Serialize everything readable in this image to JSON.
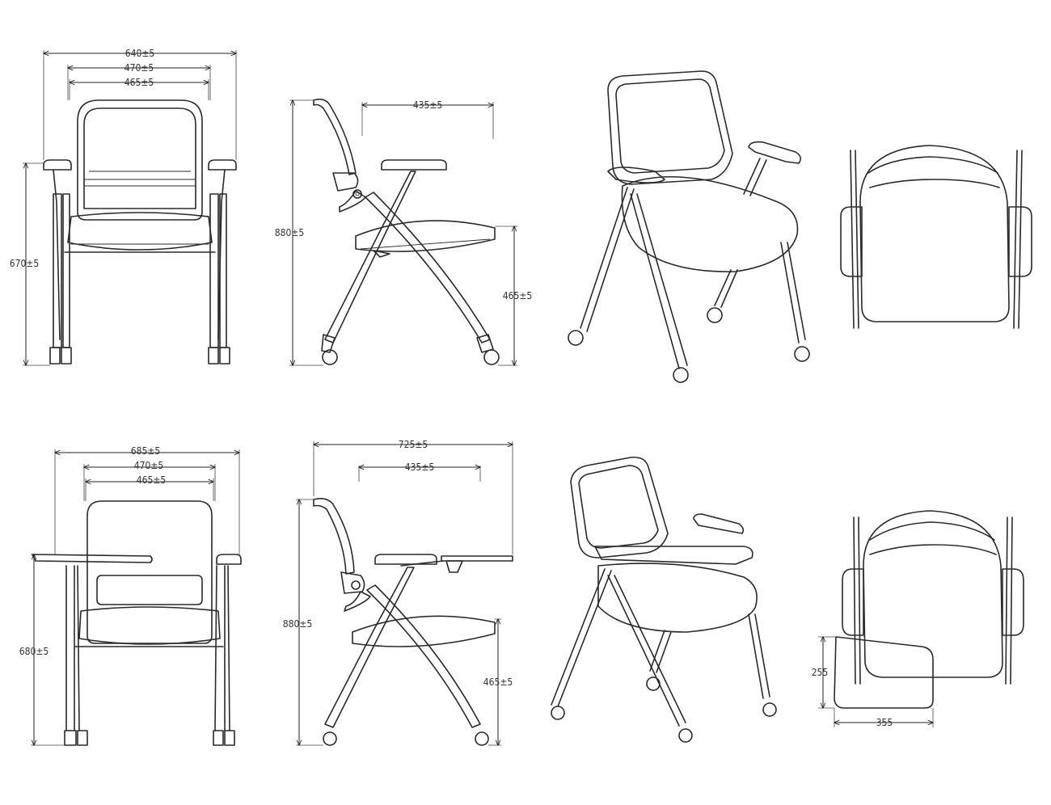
{
  "drawing": {
    "top_front": {
      "width_overall": "640±5",
      "width_arms": "470±5",
      "width_seat": "465±5",
      "arm_height": "670±5"
    },
    "top_side": {
      "depth": "435±5",
      "height": "880±5",
      "seat_height": "465±5"
    },
    "bottom_front": {
      "width_overall": "685±5",
      "width_arms": "470±5",
      "width_seat": "465±5",
      "arm_height": "680±5"
    },
    "bottom_side": {
      "depth_overall": "725±5",
      "depth": "435±5",
      "height": "880±5",
      "seat_height": "465±5"
    },
    "tablet": {
      "depth": "255",
      "width": "355"
    }
  }
}
